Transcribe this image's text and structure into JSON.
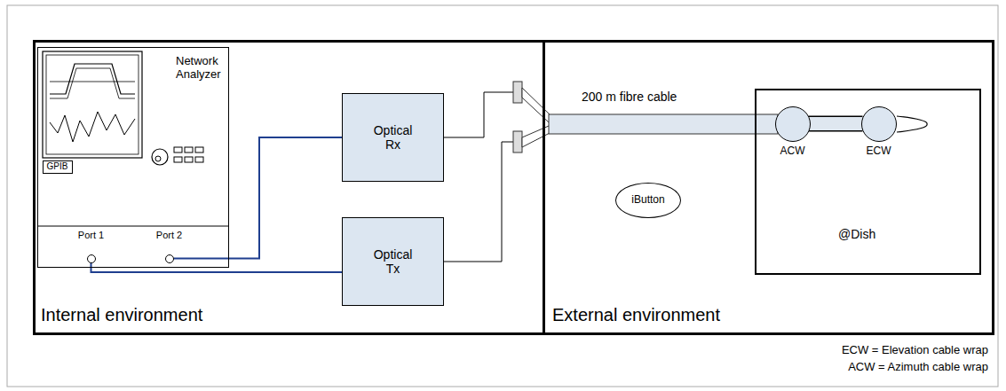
{
  "diagram": {
    "nodes": [
      {
        "text": [
          "Internal environment"
        ]
      },
      {
        "text": [
          "Network Analyzer"
        ],
        "in": 0
      },
      {
        "text": [
          "GPIB"
        ],
        "in": 1
      },
      {
        "text": [
          "Port 1"
        ],
        "in": 1
      },
      {
        "text": [
          "Port 2"
        ],
        "in": 1
      },
      {
        "text": [
          "Optical Rx"
        ],
        "in": 0
      },
      {
        "text": [
          "Optical Tx"
        ],
        "in": 0
      },
      {
        "text": [
          "External environment"
        ]
      },
      {
        "text": [
          "@Dish"
        ],
        "in": 7
      },
      {
        "text": [
          "ACW"
        ],
        "in": 8
      },
      {
        "text": [
          "ECW"
        ],
        "in": 8
      },
      {
        "text": [
          "iButton"
        ],
        "in": 7
      }
    ],
    "edges": [
      {
        "from": 3,
        "to": 6,
        "arrow": "none"
      },
      {
        "from": 4,
        "to": 5,
        "arrow": "none"
      },
      {
        "from": 9,
        "to": 10,
        "arrow": "none"
      }
    ],
    "labels": [
      "200 m fibre cable",
      "ECW = Elevation cable wrap",
      "ACW = Azimuth cable wrap"
    ]
  }
}
